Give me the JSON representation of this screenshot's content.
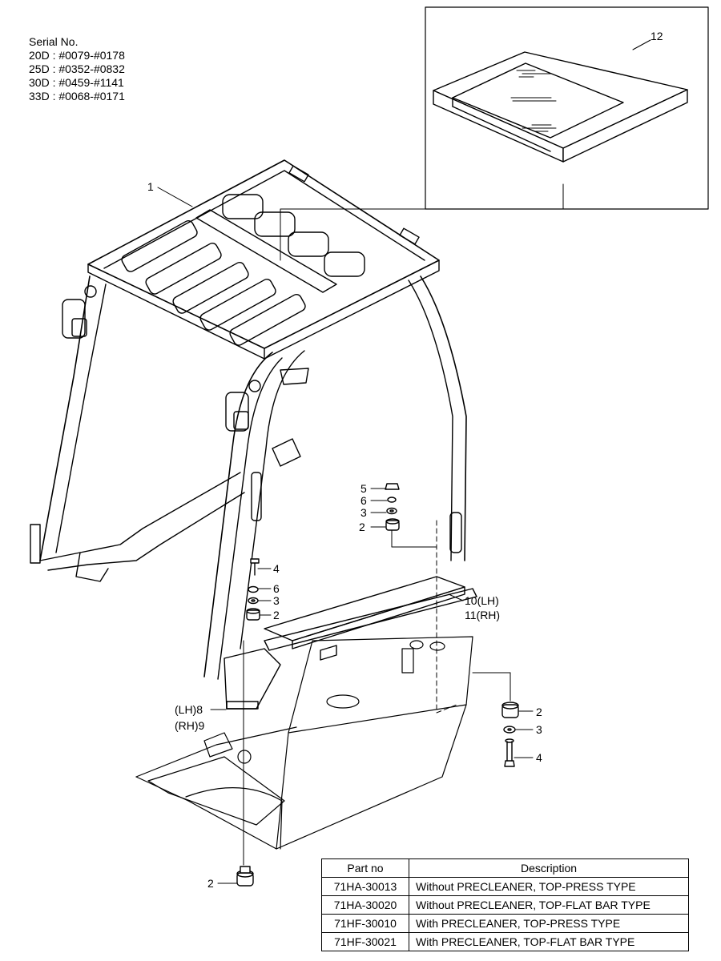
{
  "serial": {
    "heading": "Serial No.",
    "lines": [
      "20D : #0079-#0178",
      "25D : #0352-#0832",
      "30D : #0459-#1141",
      "33D : #0068-#0171"
    ]
  },
  "callouts": {
    "c1": "1",
    "c12": "12",
    "c5": "5",
    "c6a": "6",
    "c3a": "3",
    "c2a": "2",
    "c4a": "4",
    "c6b": "6",
    "c3b": "3",
    "c2b": "2",
    "c10": "10(LH)",
    "c11": "11(RH)",
    "c8": "(LH)8",
    "c9": "(RH)9",
    "c2c": "2",
    "c3c": "3",
    "c4c": "4",
    "c2d": "2"
  },
  "table": {
    "headers": [
      "Part no",
      "Description"
    ],
    "rows": [
      {
        "part": "71HA-30013",
        "desc": "Without PRECLEANER, TOP-PRESS TYPE"
      },
      {
        "part": "71HA-30020",
        "desc": "Without PRECLEANER, TOP-FLAT BAR TYPE"
      },
      {
        "part": "71HF-30010",
        "desc": "With PRECLEANER, TOP-PRESS TYPE"
      },
      {
        "part": "71HF-30021",
        "desc": "With PRECLEANER, TOP-FLAT BAR TYPE"
      }
    ]
  }
}
